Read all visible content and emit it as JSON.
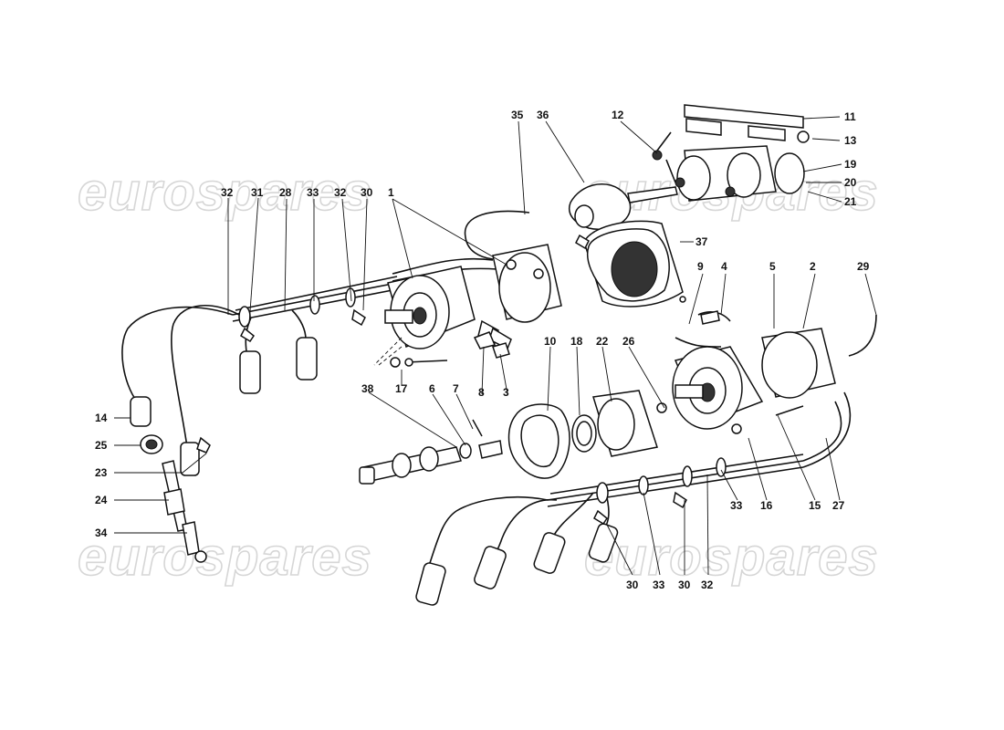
{
  "watermark": {
    "text": "eurospares"
  },
  "callouts": [
    "1",
    "2",
    "3",
    "4",
    "5",
    "6",
    "7",
    "8",
    "9",
    "10",
    "11",
    "12",
    "13",
    "14",
    "15",
    "16",
    "17",
    "18",
    "19",
    "20",
    "21",
    "22",
    "23",
    "24",
    "25",
    "26",
    "27",
    "28",
    "29",
    "30",
    "31",
    "32",
    "33",
    "34",
    "35",
    "36",
    "37",
    "38"
  ],
  "colors": {
    "ink": "#111111",
    "watermark": "#d6d6d6",
    "paper": "#ffffff"
  }
}
